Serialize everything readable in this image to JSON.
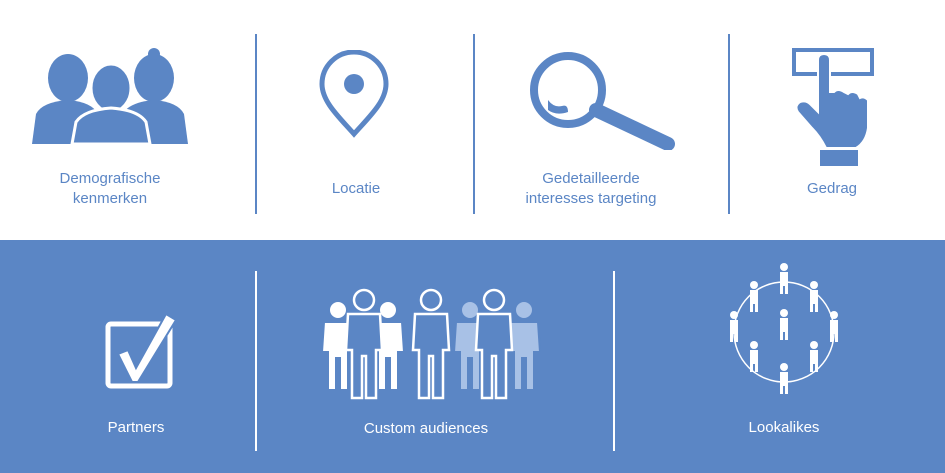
{
  "top_row": {
    "items": [
      {
        "label_line1": "Demografische",
        "label_line2": "kenmerken",
        "icon": "people-group-icon"
      },
      {
        "label": "Locatie",
        "icon": "map-pin-icon"
      },
      {
        "label_line1": "Gedetailleerde",
        "label_line2": "interesses targeting",
        "icon": "magnifier-icon"
      },
      {
        "label": "Gedrag",
        "icon": "pointing-hand-icon"
      }
    ]
  },
  "bottom_row": {
    "items": [
      {
        "label": "Partners",
        "icon": "checkbox-icon"
      },
      {
        "label": "Custom audiences",
        "icon": "people-outline-icon"
      },
      {
        "label": "Lookalikes",
        "icon": "network-people-icon"
      }
    ]
  },
  "colors": {
    "brand_blue": "#5b86c5",
    "light_blue": "#a8c1e6",
    "white": "#ffffff"
  }
}
